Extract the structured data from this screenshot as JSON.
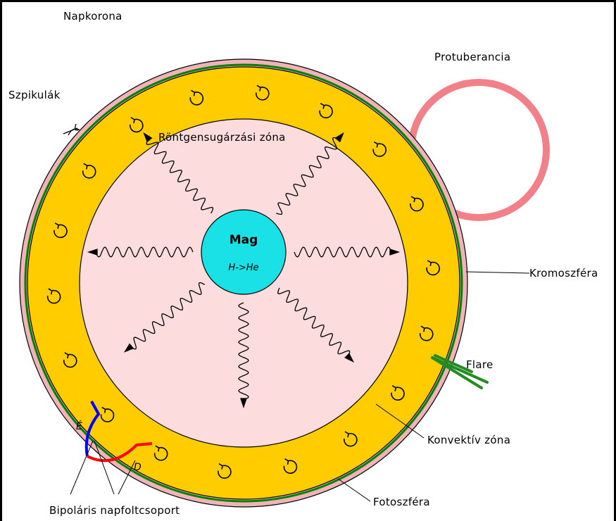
{
  "labels": {
    "corona": "Napkorona",
    "prominence": "Protuberancia",
    "spicules": "Szpikulák",
    "radiative_zone": "Röntgensugárzási zóna",
    "chromosphere": "Kromoszféra",
    "flare": "Flare",
    "convective_zone": "Konvektív zóna",
    "photosphere": "Fotoszféra",
    "sunspot_group": "Bipoláris napfoltcsoport",
    "core_title": "Mag",
    "core_reaction": "H->He",
    "pole_e": "É",
    "pole_d": "D"
  },
  "colors": {
    "corona_ring": "#f0b3b8",
    "convective_zone": "#ffcc00",
    "radiative_zone": "#fcdcdc",
    "core": "#19e1e6",
    "chromosphere_line": "#008000",
    "prominence": "#f28088",
    "flare": "#228b22",
    "pole_north": "#0000ff",
    "pole_south": "#ff0000"
  }
}
